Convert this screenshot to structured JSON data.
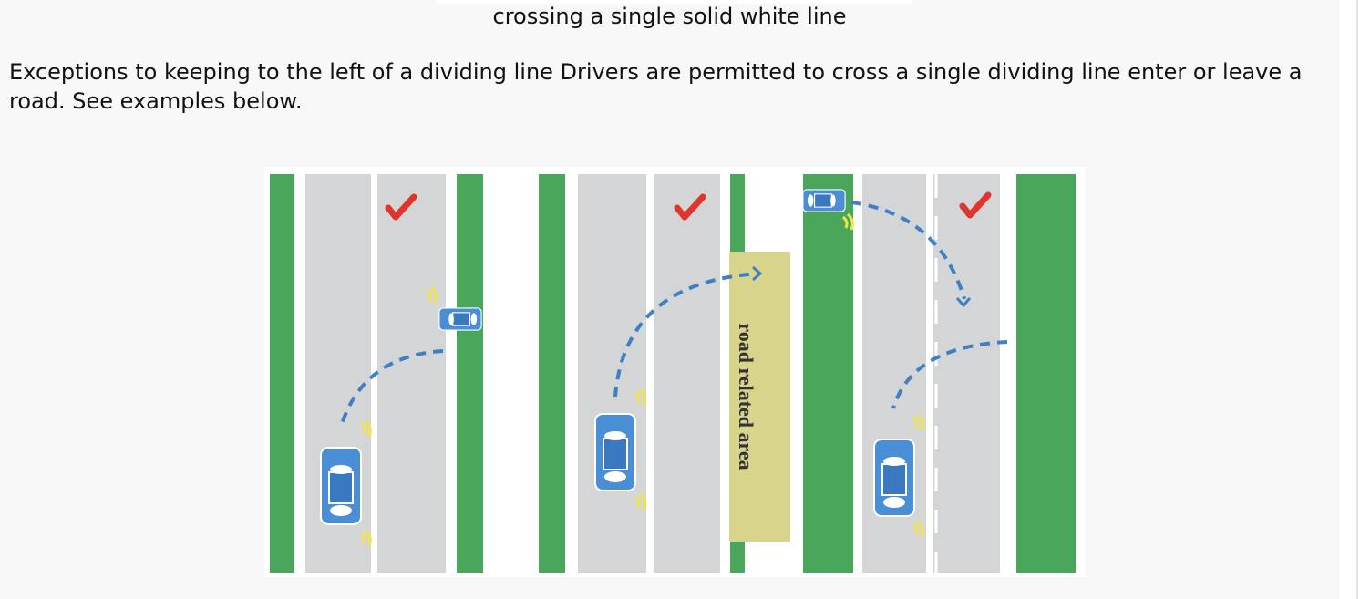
{
  "caption": "crossing a single solid white line",
  "paragraph": "Exceptions to keeping to the left of a dividing line Drivers are permitted to cross a single dividing line enter or leave a road. See examples below.",
  "diagram": {
    "road_related_area_label": "road related area",
    "colors": {
      "verge": "#4aa65a",
      "lane": "#d4d5d7",
      "car": "#4a8fd6",
      "path": "#3f7fc4",
      "check": "#e0342c",
      "indicator": "#f1e34a",
      "road_related_area": "#d8d48c"
    }
  }
}
